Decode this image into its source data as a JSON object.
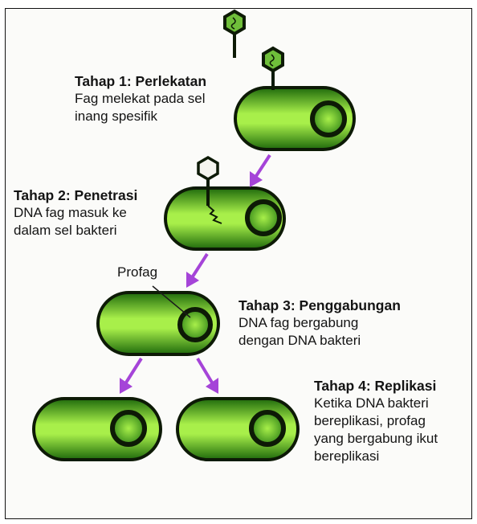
{
  "stages": [
    {
      "title": "Tahap 1: Perlekatan",
      "lines": [
        "Fag melekat pada sel",
        "inang spesifik"
      ]
    },
    {
      "title": "Tahap 2: Penetrasi",
      "lines": [
        "DNA fag masuk ke",
        "dalam sel bakteri"
      ]
    },
    {
      "title": "Tahap 3: Penggabungan",
      "lines": [
        "DNA fag bergabung",
        "dengan DNA bakteri"
      ]
    },
    {
      "title": "Tahap 4: Replikasi",
      "lines": [
        "Ketika DNA bakteri",
        "bereplikasi, profag",
        "yang bergabung ikut",
        "bereplikasi"
      ]
    }
  ],
  "prophage_label": "Profag",
  "colors": {
    "cell_light": "#a8ef4a",
    "cell_dark": "#1f6a0c",
    "cell_outline": "#0d1a06",
    "arrow": "#a544d8",
    "phage_fill": "#6fbf3a"
  }
}
